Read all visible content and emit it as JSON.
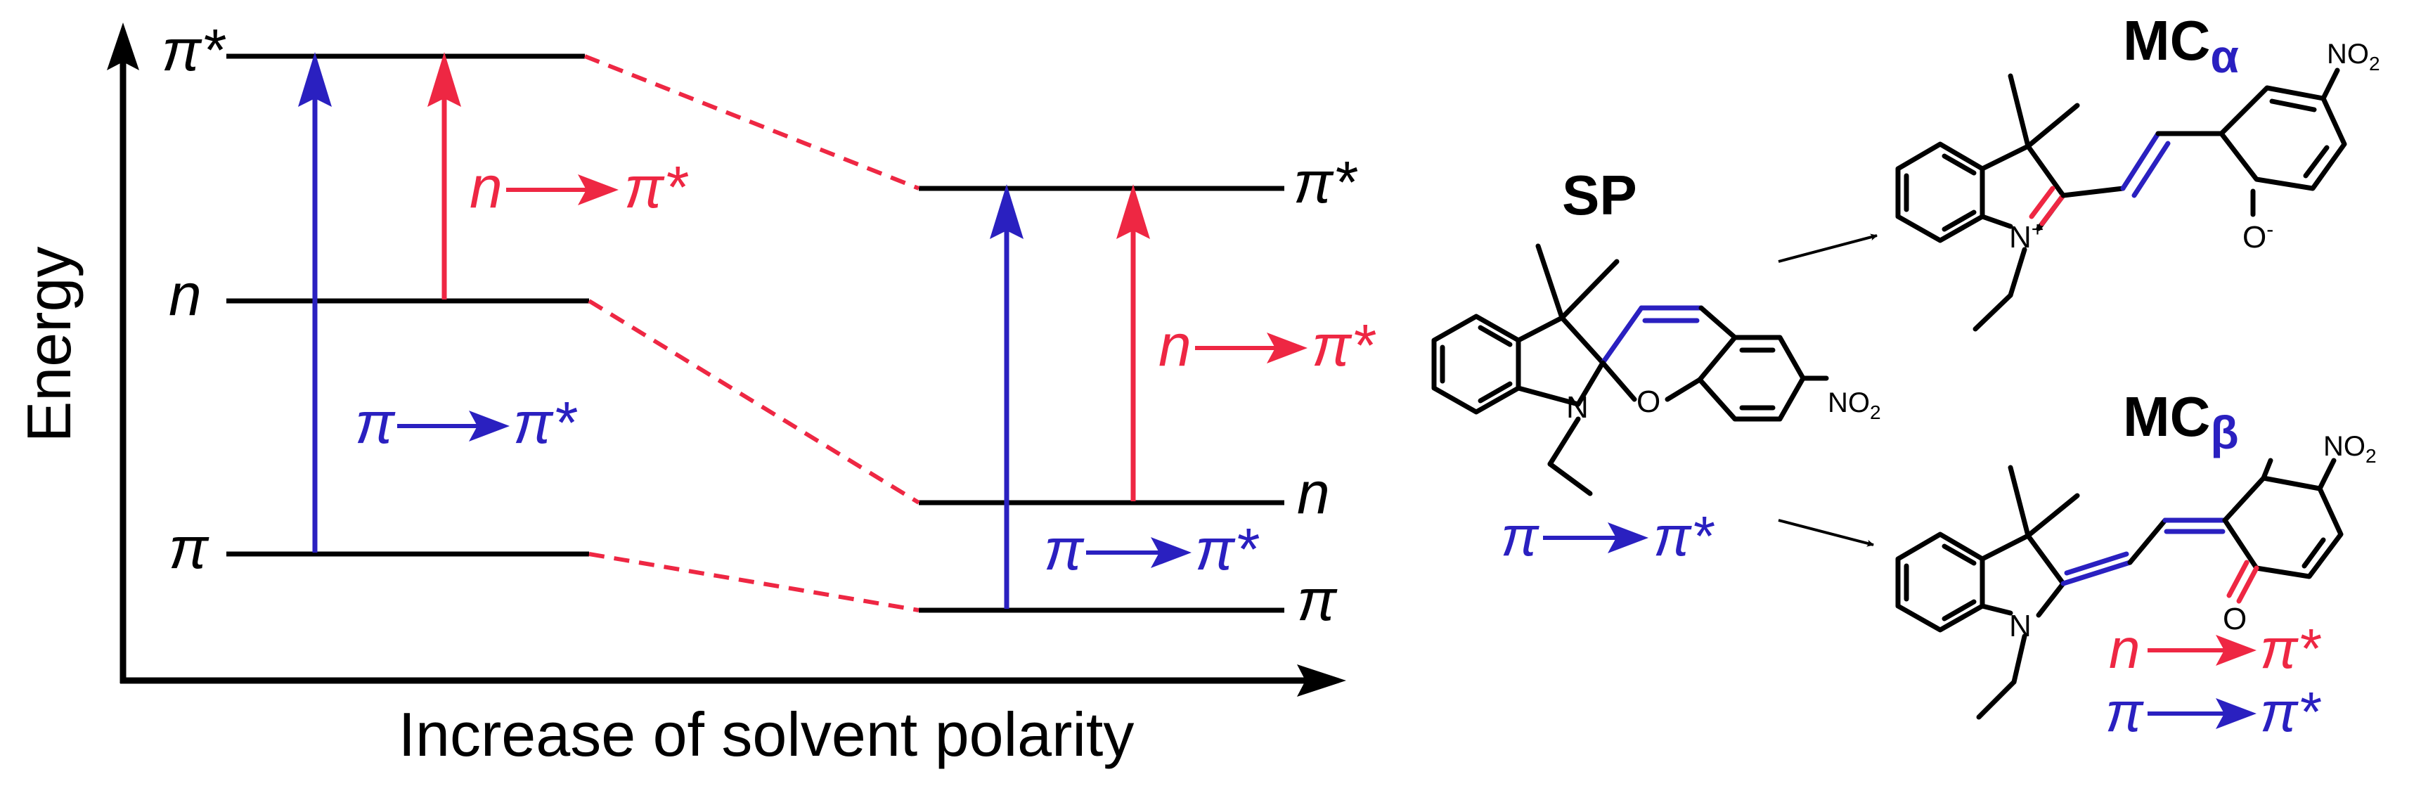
{
  "energy_diagram": {
    "y_axis_label": "Energy",
    "x_axis_label": "Increase of solvent polarity",
    "left_levels": {
      "pi_star": "π*",
      "n": "n",
      "pi": "π"
    },
    "right_levels": {
      "pi_star": "π*",
      "n": "n",
      "pi": "π"
    },
    "left_n_pi_label": {
      "a": "n",
      "b": "π*"
    },
    "left_pi_pi_label": {
      "a": "π",
      "b": "π*"
    },
    "right_n_pi_label": {
      "a": "n",
      "b": "π*"
    },
    "right_pi_pi_label": {
      "a": "π",
      "b": "π*"
    }
  },
  "molecules": {
    "sp": {
      "name": "SP",
      "substituent": "NO",
      "substituent_sub": "2",
      "n_atom": "N",
      "o_atom": "O"
    },
    "sp_transition": {
      "a": "π",
      "b": "π*"
    },
    "mc_alpha": {
      "name": "MC",
      "name_sub": "α",
      "substituent": "NO",
      "substituent_sub": "2",
      "n_atom": "N",
      "n_charge": "+",
      "o_atom": "O",
      "o_charge": "-"
    },
    "mc_beta": {
      "name": "MC",
      "name_sub": "β",
      "substituent": "NO",
      "substituent_sub": "2",
      "n_atom": "N",
      "o_atom": "O"
    },
    "mc_beta_transitions": [
      {
        "a": "n",
        "b": "π*"
      },
      {
        "a": "π",
        "b": "π*"
      }
    ]
  },
  "colors": {
    "red": "#ee2743",
    "blue": "#2a20c0",
    "black": "#000000"
  }
}
